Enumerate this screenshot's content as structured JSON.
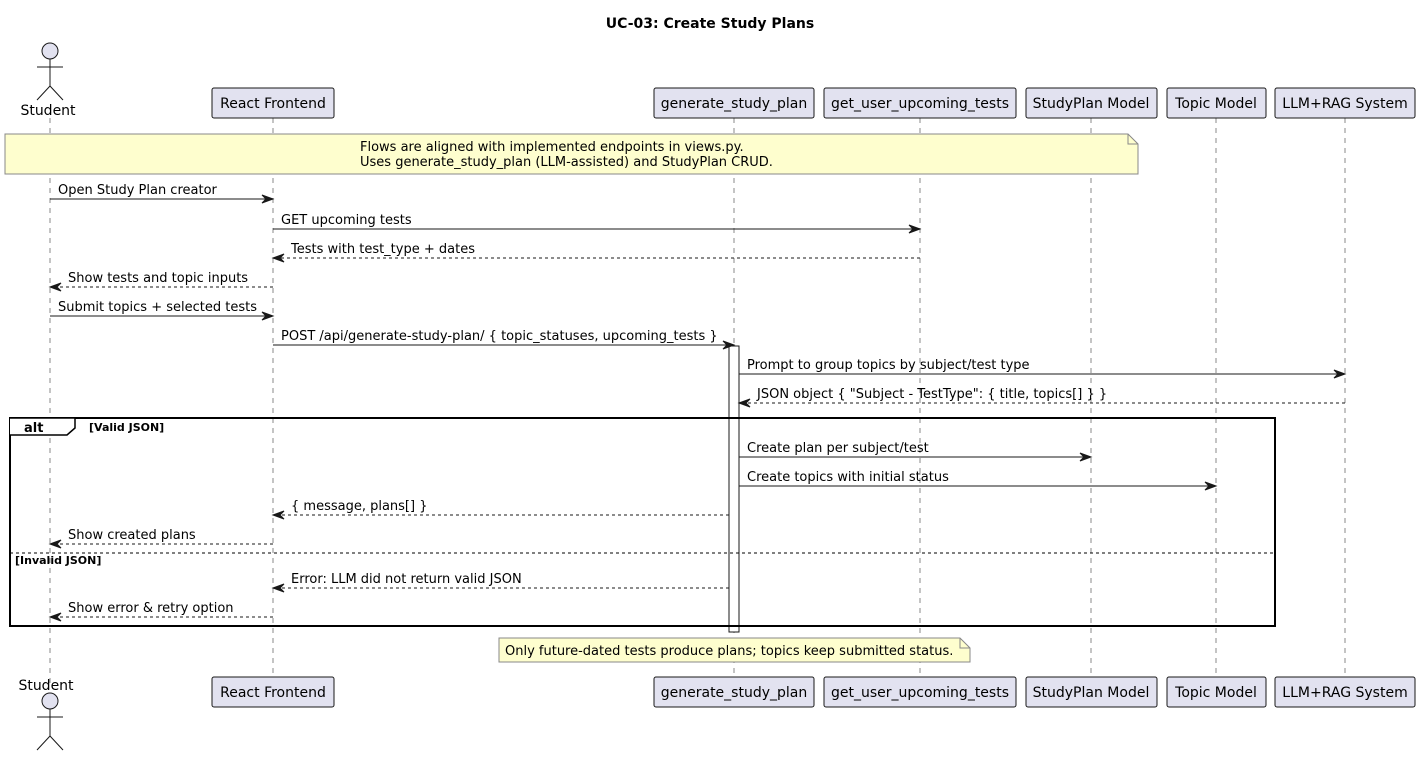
{
  "title": "UC-03: Create Study Plans",
  "participants": [
    {
      "id": "student",
      "label": "Student",
      "kind": "actor"
    },
    {
      "id": "frontend",
      "label": "React Frontend",
      "kind": "box"
    },
    {
      "id": "gen",
      "label": "generate_study_plan",
      "kind": "box"
    },
    {
      "id": "tests",
      "label": "get_user_upcoming_tests",
      "kind": "box"
    },
    {
      "id": "studyplan",
      "label": "StudyPlan Model",
      "kind": "box"
    },
    {
      "id": "topic",
      "label": "Topic Model",
      "kind": "box"
    },
    {
      "id": "llm",
      "label": "LLM+RAG System",
      "kind": "box"
    }
  ],
  "notes": {
    "top_line1": "Flows are aligned with implemented endpoints in views.py.",
    "top_line2": "Uses generate_study_plan (LLM-assisted) and StudyPlan CRUD.",
    "bottom": "Only future-dated tests produce plans; topics keep submitted status."
  },
  "messages": [
    {
      "from": "student",
      "to": "frontend",
      "label": "Open Study Plan creator",
      "style": "solid"
    },
    {
      "from": "frontend",
      "to": "tests",
      "label": "GET upcoming tests",
      "style": "solid"
    },
    {
      "from": "tests",
      "to": "frontend",
      "label": "Tests with test_type + dates",
      "style": "dashed"
    },
    {
      "from": "frontend",
      "to": "student",
      "label": "Show tests and topic inputs",
      "style": "dashed"
    },
    {
      "from": "student",
      "to": "frontend",
      "label": "Submit topics + selected tests",
      "style": "solid"
    },
    {
      "from": "frontend",
      "to": "gen",
      "label": "POST /api/generate-study-plan/ { topic_statuses, upcoming_tests }",
      "style": "solid"
    },
    {
      "from": "gen",
      "to": "llm",
      "label": "Prompt to group topics by subject/test type",
      "style": "solid"
    },
    {
      "from": "llm",
      "to": "gen",
      "label": "JSON object { \"Subject - TestType\": { title, topics[] } }",
      "style": "dashed"
    },
    {
      "from": "gen",
      "to": "studyplan",
      "label": "Create plan per subject/test",
      "style": "solid"
    },
    {
      "from": "gen",
      "to": "topic",
      "label": "Create topics with initial status",
      "style": "solid"
    },
    {
      "from": "gen",
      "to": "frontend",
      "label": "{ message, plans[] }",
      "style": "dashed"
    },
    {
      "from": "frontend",
      "to": "student",
      "label": "Show created plans",
      "style": "dashed"
    },
    {
      "from": "gen",
      "to": "frontend",
      "label": "Error: LLM did not return valid JSON",
      "style": "dashed"
    },
    {
      "from": "frontend",
      "to": "student",
      "label": "Show error & retry option",
      "style": "dashed"
    }
  ],
  "alt": {
    "label": "alt",
    "guard1": "[Valid JSON]",
    "guard2": "[Invalid JSON]"
  }
}
